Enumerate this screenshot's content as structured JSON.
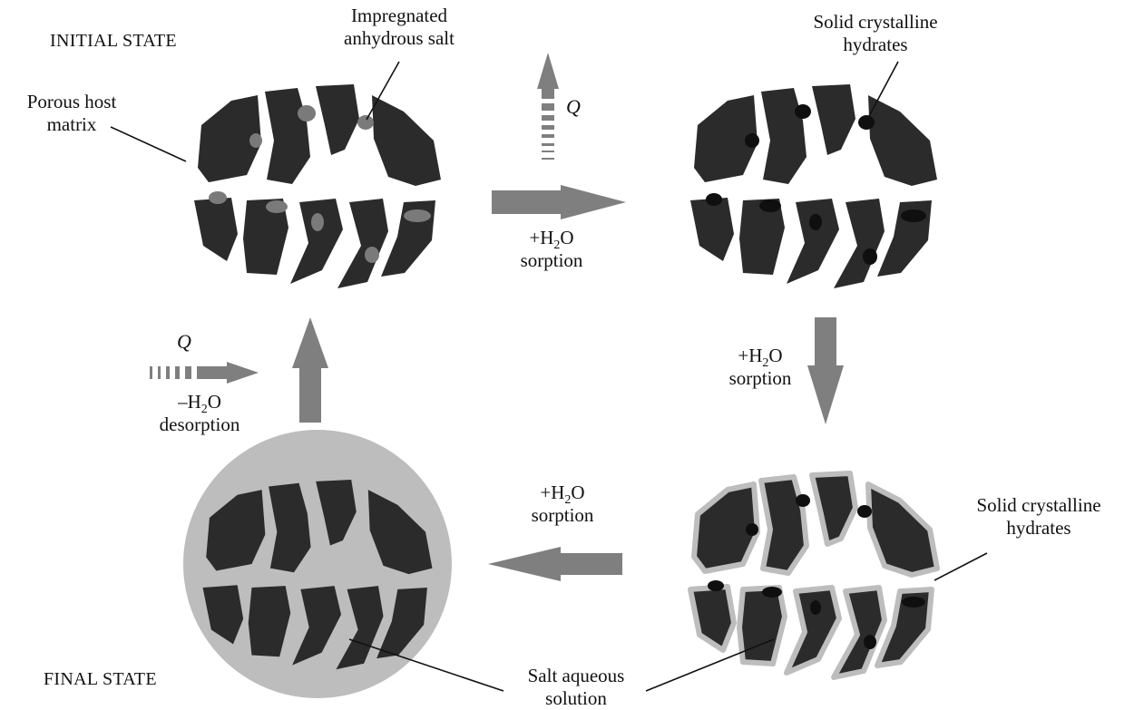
{
  "states": {
    "initial": "INITIAL STATE",
    "final": "FINAL STATE"
  },
  "labels": {
    "porous_matrix_1": "Porous host",
    "porous_matrix_2": "matrix",
    "impregnated_1": "Impregnated",
    "impregnated_2": "anhydrous salt",
    "solid_hydrates_top_1": "Solid crystalline",
    "solid_hydrates_top_2": "hydrates",
    "solid_hydrates_right_1": "Solid crystalline",
    "solid_hydrates_right_2": "hydrates",
    "salt_solution_1": "Salt aqueous",
    "salt_solution_2": "solution"
  },
  "heat": {
    "q_top": "Q",
    "q_left": "Q"
  },
  "transitions": {
    "top": {
      "plus": "+H",
      "sub": "2",
      "o": "O",
      "word": "sorption"
    },
    "right": {
      "plus": "+H",
      "sub": "2",
      "o": "O",
      "word": "sorption"
    },
    "bottom": {
      "plus": "+H",
      "sub": "2",
      "o": "O",
      "word": "sorption"
    },
    "left": {
      "plus": "–H",
      "sub": "2",
      "o": "O",
      "word": "desorption"
    }
  },
  "colors": {
    "grain": "#2b2b2b",
    "salt_anhydrous": "#7a7a7a",
    "hydrate": "#0f0f0f",
    "solution": "#bdbdbd",
    "arrow": "#7f7f7f"
  }
}
